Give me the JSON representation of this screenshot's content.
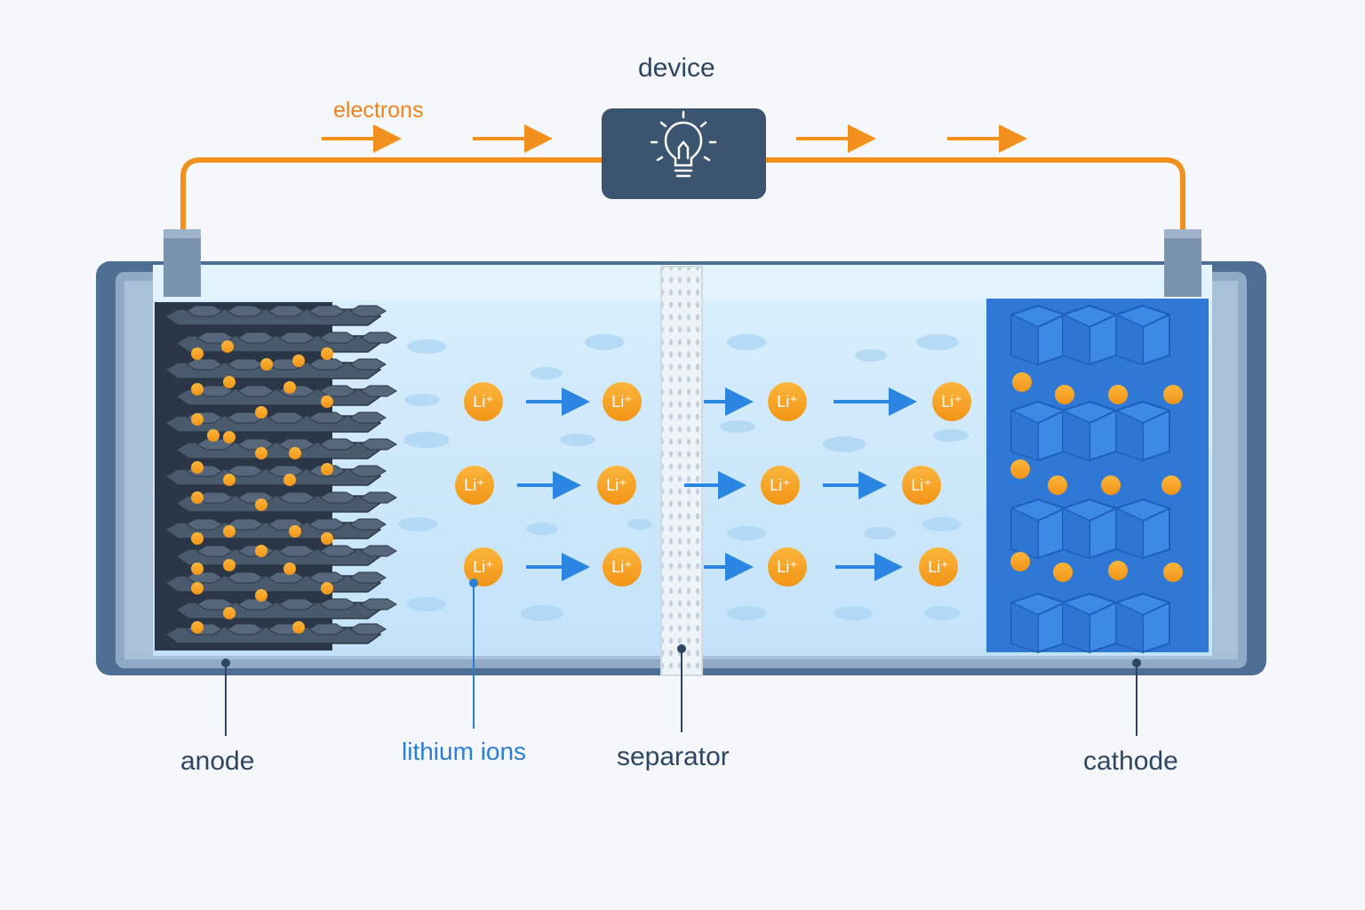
{
  "labels": {
    "device": "device",
    "electrons": "electrons",
    "anode": "anode",
    "lithium_ions": "lithium ions",
    "separator": "separator",
    "cathode": "cathode"
  },
  "ion_label": "Li⁺",
  "device_icon": "lightbulb-icon",
  "colors": {
    "wire": "#f2901e",
    "ion": "#f5a21c",
    "ion_arrow": "#2a86e0",
    "anode": "#3c4a5c",
    "cathode": "#2f78d6",
    "electrolyte": "#cbe6fb",
    "casing": "#4e6e94",
    "device_box": "#3b5570"
  }
}
